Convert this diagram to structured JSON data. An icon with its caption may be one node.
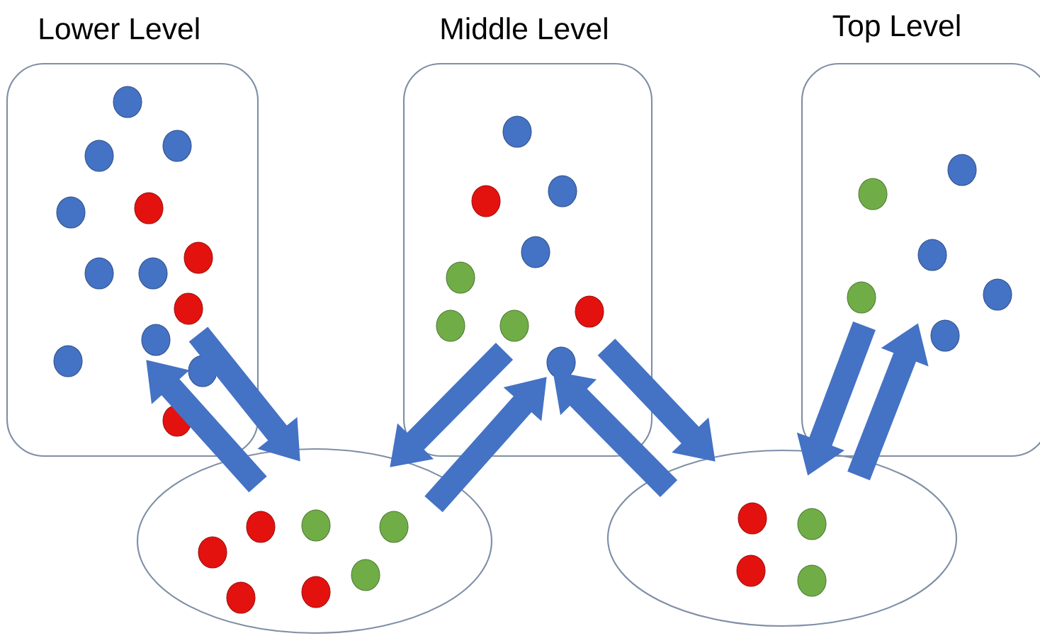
{
  "diagram": {
    "nodes": [
      {
        "text": [
          "Lower Level"
        ]
      },
      {
        "text": [
          "Middle Level"
        ]
      },
      {
        "text": [
          "Top Level"
        ]
      },
      {
        "text": [],
        "shape": "ellipse"
      },
      {
        "text": [],
        "shape": "ellipse"
      }
    ],
    "edges": [
      {
        "from": 0,
        "to": 3,
        "arrow": "to"
      },
      {
        "from": 3,
        "to": 0,
        "arrow": "to"
      },
      {
        "from": 1,
        "to": 3,
        "arrow": "to"
      },
      {
        "from": 3,
        "to": 1,
        "arrow": "to"
      },
      {
        "from": 1,
        "to": 4,
        "arrow": "to"
      },
      {
        "from": 4,
        "to": 1,
        "arrow": "to"
      },
      {
        "from": 2,
        "to": 4,
        "arrow": "to"
      },
      {
        "from": 4,
        "to": 2,
        "arrow": "to"
      }
    ]
  }
}
